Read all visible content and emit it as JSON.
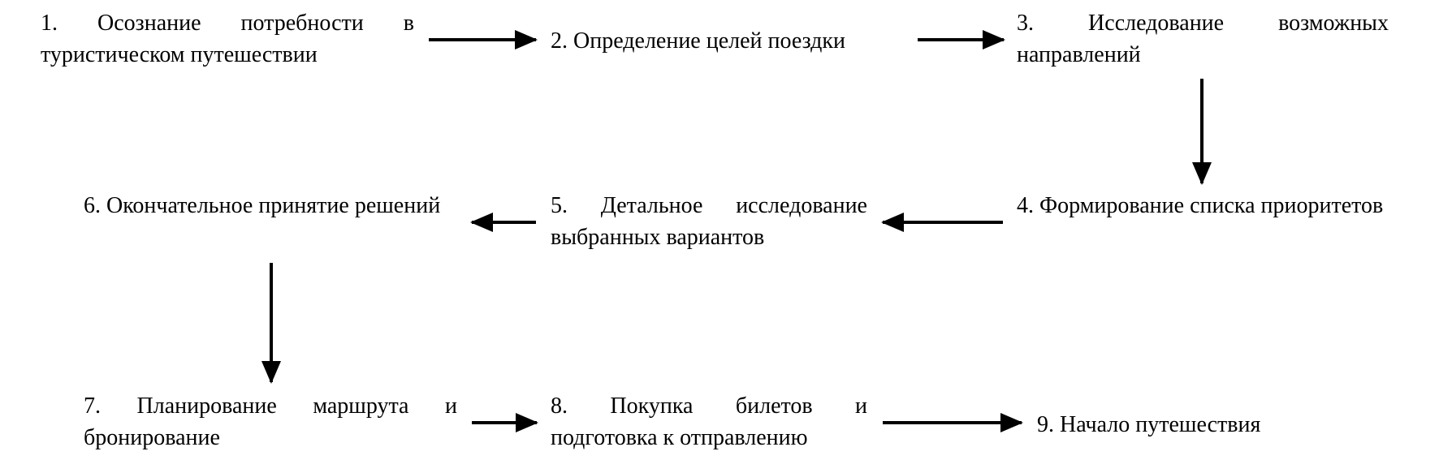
{
  "diagram": {
    "steps": [
      {
        "label": "1. Осознание потребности в туристическом путешествии"
      },
      {
        "label": "2. Определение целей поездки"
      },
      {
        "label": "3. Исследование возможных направлений"
      },
      {
        "label": "4. Формирование списка приоритетов"
      },
      {
        "label": "5. Детальное исследование выбранных вариантов"
      },
      {
        "label": "6. Окончательное принятие решений"
      },
      {
        "label": "7. Планирование маршрута и бронирование"
      },
      {
        "label": "8. Покупка билетов и подготовка к отправлению"
      },
      {
        "label": "9. Начало путешествия"
      }
    ],
    "colors": {
      "text": "#000000",
      "arrow": "#000000",
      "background": "#ffffff"
    }
  }
}
